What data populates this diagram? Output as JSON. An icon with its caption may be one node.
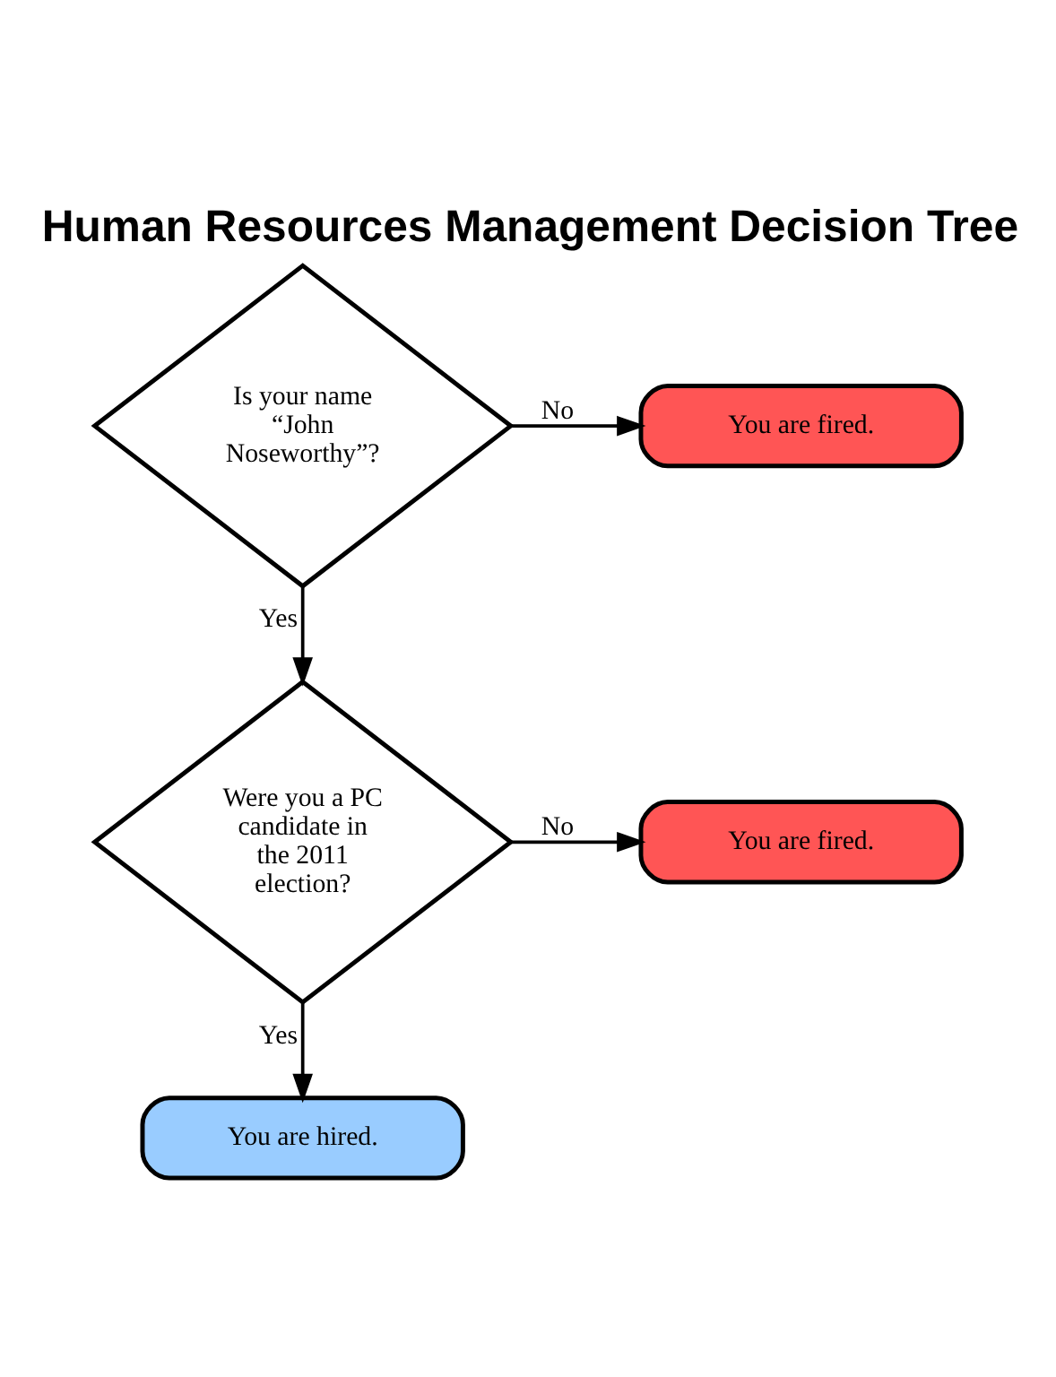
{
  "diagram": {
    "title": "Human Resources Management Decision Tree",
    "nodes": [
      {
        "text": [
          "Is your name “John Noseworthy”?"
        ]
      },
      {
        "text": [
          "You are fired."
        ]
      },
      {
        "text": [
          "Were you a PC candidate in the 2011 election?"
        ]
      },
      {
        "text": [
          "You are fired."
        ]
      },
      {
        "text": [
          "You are hired."
        ]
      }
    ],
    "edges": [
      {
        "from": 0,
        "to": 1,
        "arrow": "to",
        "label": "No"
      },
      {
        "from": 0,
        "to": 2,
        "arrow": "to",
        "label": "Yes"
      },
      {
        "from": 2,
        "to": 3,
        "arrow": "to",
        "label": "No"
      },
      {
        "from": 2,
        "to": 4,
        "arrow": "to",
        "label": "Yes"
      }
    ]
  }
}
